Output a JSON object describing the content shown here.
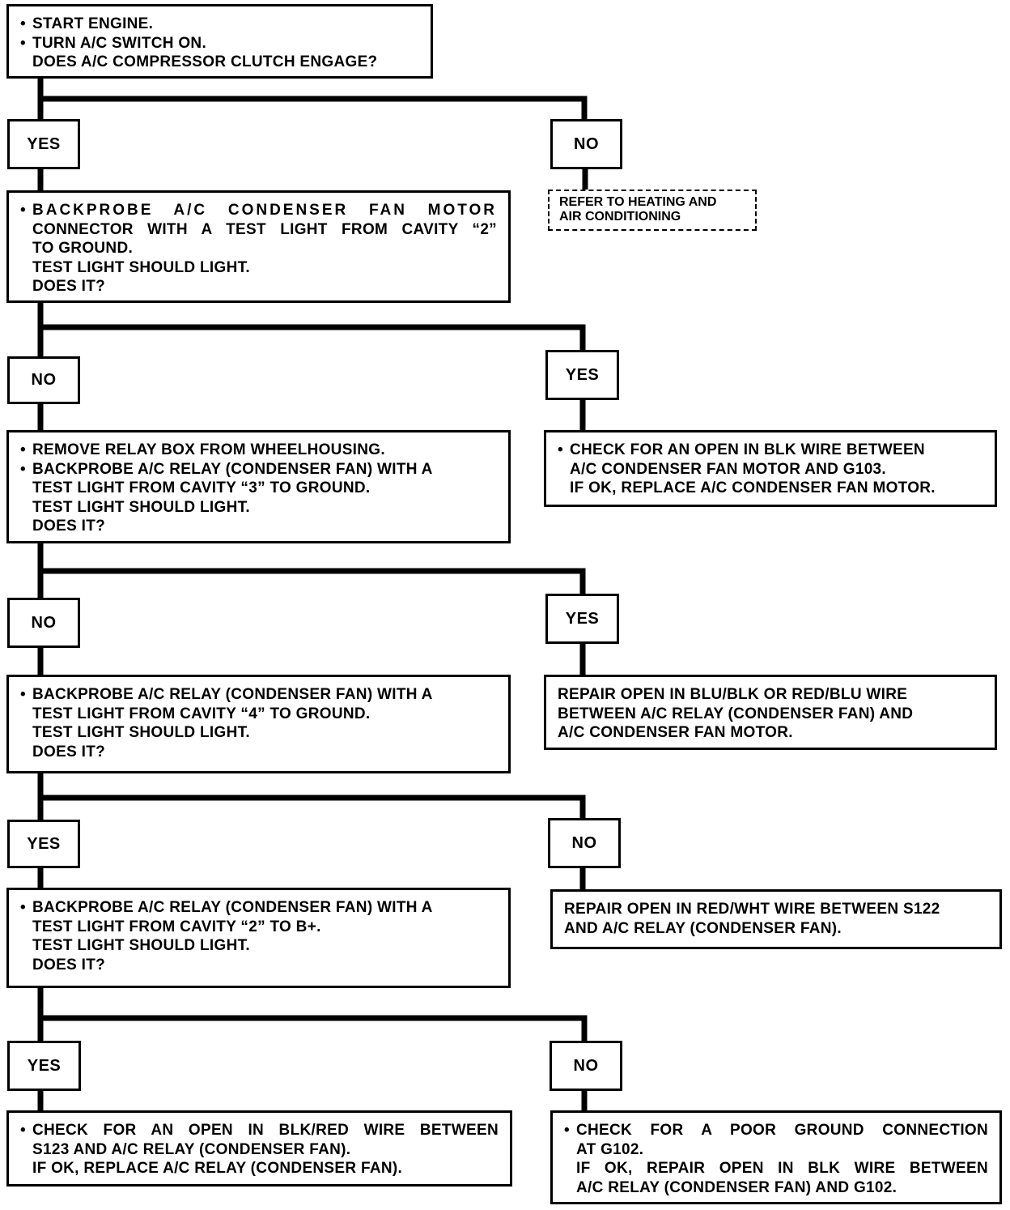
{
  "bullet": "•",
  "labels": {
    "l1_yes": "YES",
    "l1_no": "NO",
    "l2_no": "NO",
    "l2_yes": "YES",
    "l3_no": "NO",
    "l3_yes": "YES",
    "l4_yes": "YES",
    "l4_no": "NO",
    "l5_yes": "YES",
    "l5_no": "NO"
  },
  "steps": {
    "start": [
      "START ENGINE.",
      "TURN A/C SWITCH ON.",
      "DOES A/C COMPRESSOR CLUTCH ENGAGE?"
    ],
    "refer": [
      "REFER TO HEATING AND",
      "AIR CONDITIONING"
    ],
    "backprobe_fan_motor": [
      "BACKPROBE A/C CONDENSER FAN MOTOR",
      "CONNECTOR WITH A TEST LIGHT FROM CAVITY “2”",
      "TO GROUND.",
      "TEST LIGHT SHOULD LIGHT.",
      "DOES IT?"
    ],
    "check_blk_g103": [
      "CHECK FOR AN OPEN IN BLK WIRE BETWEEN",
      "A/C CONDENSER FAN MOTOR AND G103.",
      "IF OK, REPLACE A/C CONDENSER FAN MOTOR."
    ],
    "relay_cavity3": [
      "REMOVE RELAY BOX FROM WHEELHOUSING.",
      "BACKPROBE A/C RELAY (CONDENSER FAN) WITH A",
      "TEST LIGHT FROM CAVITY “3” TO GROUND.",
      "TEST LIGHT SHOULD LIGHT.",
      "DOES IT?"
    ],
    "repair_blu_blk": [
      "REPAIR OPEN IN BLU/BLK OR RED/BLU WIRE",
      "BETWEEN A/C RELAY (CONDENSER FAN) AND",
      "A/C CONDENSER FAN MOTOR."
    ],
    "relay_cavity4": [
      "BACKPROBE A/C RELAY (CONDENSER FAN) WITH A",
      "TEST LIGHT FROM CAVITY “4” TO GROUND.",
      "TEST LIGHT SHOULD LIGHT.",
      "DOES IT?"
    ],
    "repair_red_wht": [
      "REPAIR OPEN IN RED/WHT WIRE BETWEEN S122",
      "AND A/C RELAY (CONDENSER FAN)."
    ],
    "relay_cavity2_b": [
      "BACKPROBE A/C RELAY (CONDENSER FAN) WITH A",
      "TEST LIGHT FROM CAVITY “2” TO B+.",
      "TEST LIGHT SHOULD LIGHT.",
      "DOES IT?"
    ],
    "check_blk_red": [
      "CHECK FOR AN OPEN IN BLK/RED WIRE BETWEEN",
      "S123 AND A/C RELAY (CONDENSER FAN).",
      "IF OK, REPLACE A/C RELAY (CONDENSER FAN)."
    ],
    "check_ground_g102": [
      "CHECK FOR A POOR GROUND CONNECTION",
      "AT G102.",
      "IF OK, REPAIR OPEN IN BLK WIRE BETWEEN",
      "A/C RELAY (CONDENSER FAN) AND G102."
    ]
  }
}
